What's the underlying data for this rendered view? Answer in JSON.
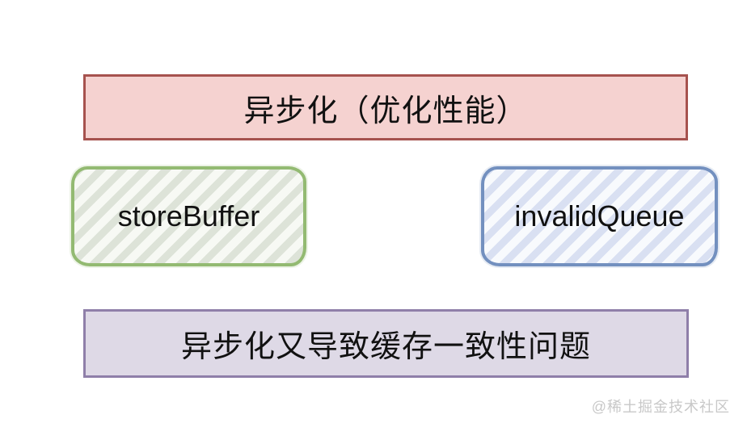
{
  "diagram": {
    "top_box": {
      "label": "异步化（优化性能）"
    },
    "store_buffer_box": {
      "label": "storeBuffer"
    },
    "invalid_queue_box": {
      "label": "invalidQueue"
    },
    "bottom_box": {
      "label": "异步化又导致缓存一致性问题"
    }
  },
  "watermark": {
    "text": "@稀土掘金技术社区"
  },
  "colors": {
    "pink-fill": "#f5d2d0",
    "pink-border": "#a6524e",
    "purple-fill": "#ded9e6",
    "purple-border": "#8f7fa9",
    "green-border": "#93ba72",
    "green-stripe": "#dde3d8",
    "green-bg": "#f7f9f4",
    "blue-border": "#7390bf",
    "blue-stripe": "#d9e0f2",
    "blue-bg": "#f8fafd",
    "text": "#111111",
    "watermark": "#c8c8c8"
  }
}
